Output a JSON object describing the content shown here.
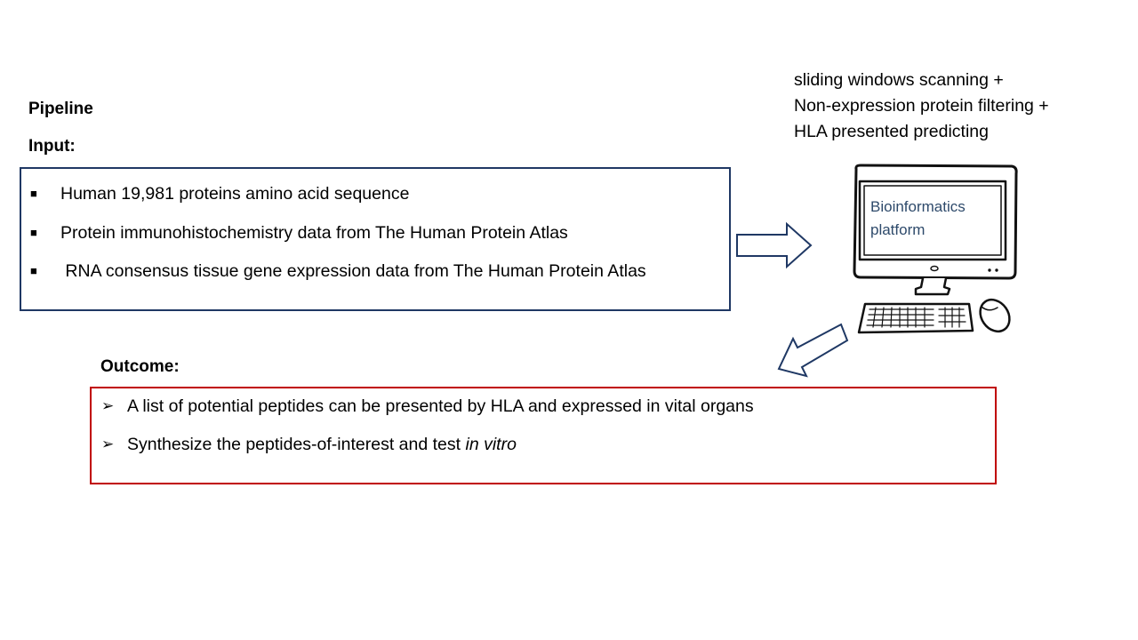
{
  "pipeline_title": "Pipeline",
  "input": {
    "heading": "Input:",
    "items": [
      "Human 19,981  proteins amino acid sequence",
      "Protein immunohistochemistry data from The Human Protein Atlas",
      " RNA consensus tissue gene expression data from The Human Protein Atlas"
    ],
    "bullet": "■",
    "border_color": "#1f3864"
  },
  "process_steps": [
    "sliding windows scanning +",
    "Non-expression protein filtering +",
    "HLA presented predicting"
  ],
  "platform": {
    "label_line1": "Bioinformatics",
    "label_line2": "platform",
    "icon": "computer-icon"
  },
  "outcome": {
    "heading": "Outcome:",
    "items": [
      {
        "text": "A list of potential peptides can be presented by HLA and expressed in vital organs",
        "italic": ""
      },
      {
        "text": "Synthesize the peptides-of-interest and test ",
        "italic": "in vitro"
      }
    ],
    "bullet": "➢",
    "border_color": "#c00000"
  },
  "arrows": [
    "arrow-right-icon",
    "arrow-down-left-icon"
  ]
}
